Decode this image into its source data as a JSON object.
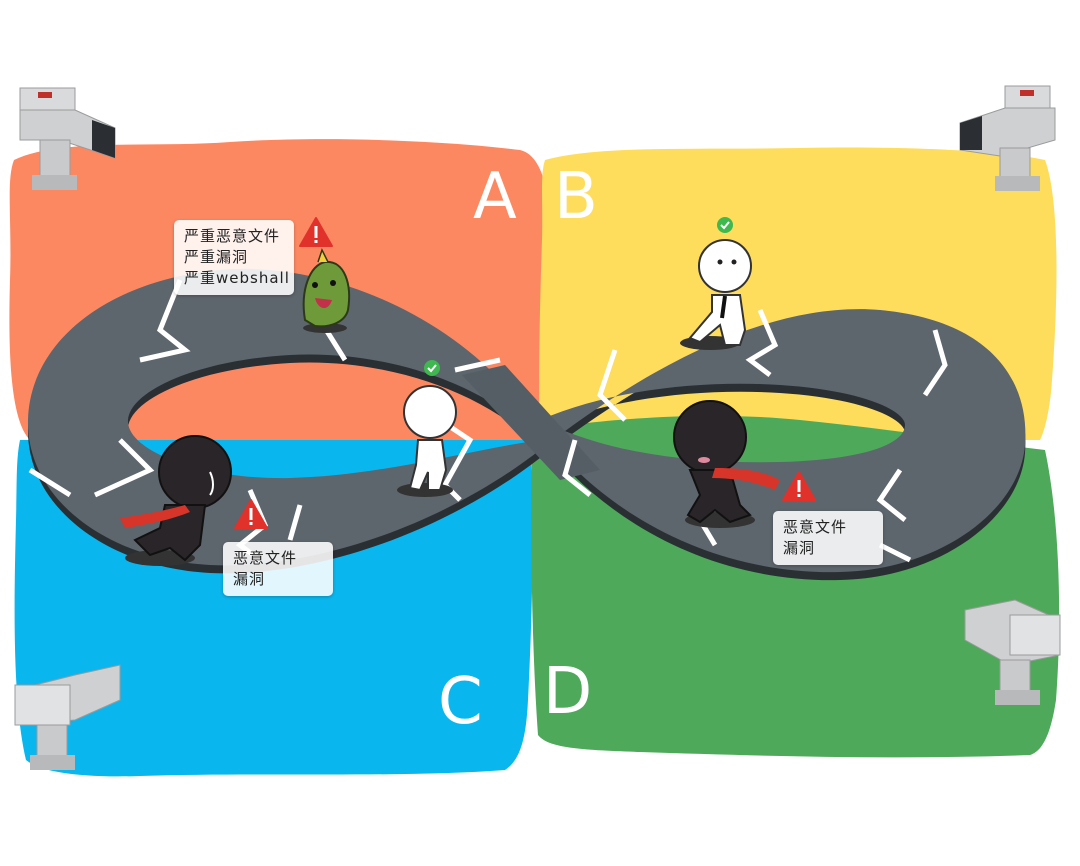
{
  "quadrants": [
    {
      "label": "A",
      "color": "#fc8862"
    },
    {
      "label": "B",
      "color": "#fedc5c"
    },
    {
      "label": "C",
      "color": "#0ab6ee"
    },
    {
      "label": "D",
      "color": "#4ea95a"
    }
  ],
  "road_color": "#5d656d",
  "callouts": {
    "malware_top": [
      "严重恶意文件",
      "严重漏洞",
      "严重webshall"
    ],
    "attacker_left": [
      "恶意文件",
      "漏洞"
    ],
    "attacker_right": [
      "恶意文件",
      "漏洞"
    ]
  },
  "icons": [
    "security-camera-icon",
    "warning-icon",
    "check-icon"
  ],
  "status_colors": {
    "warning": "#e0322b",
    "ok": "#3fb94f",
    "scarf": "#d8352a"
  }
}
